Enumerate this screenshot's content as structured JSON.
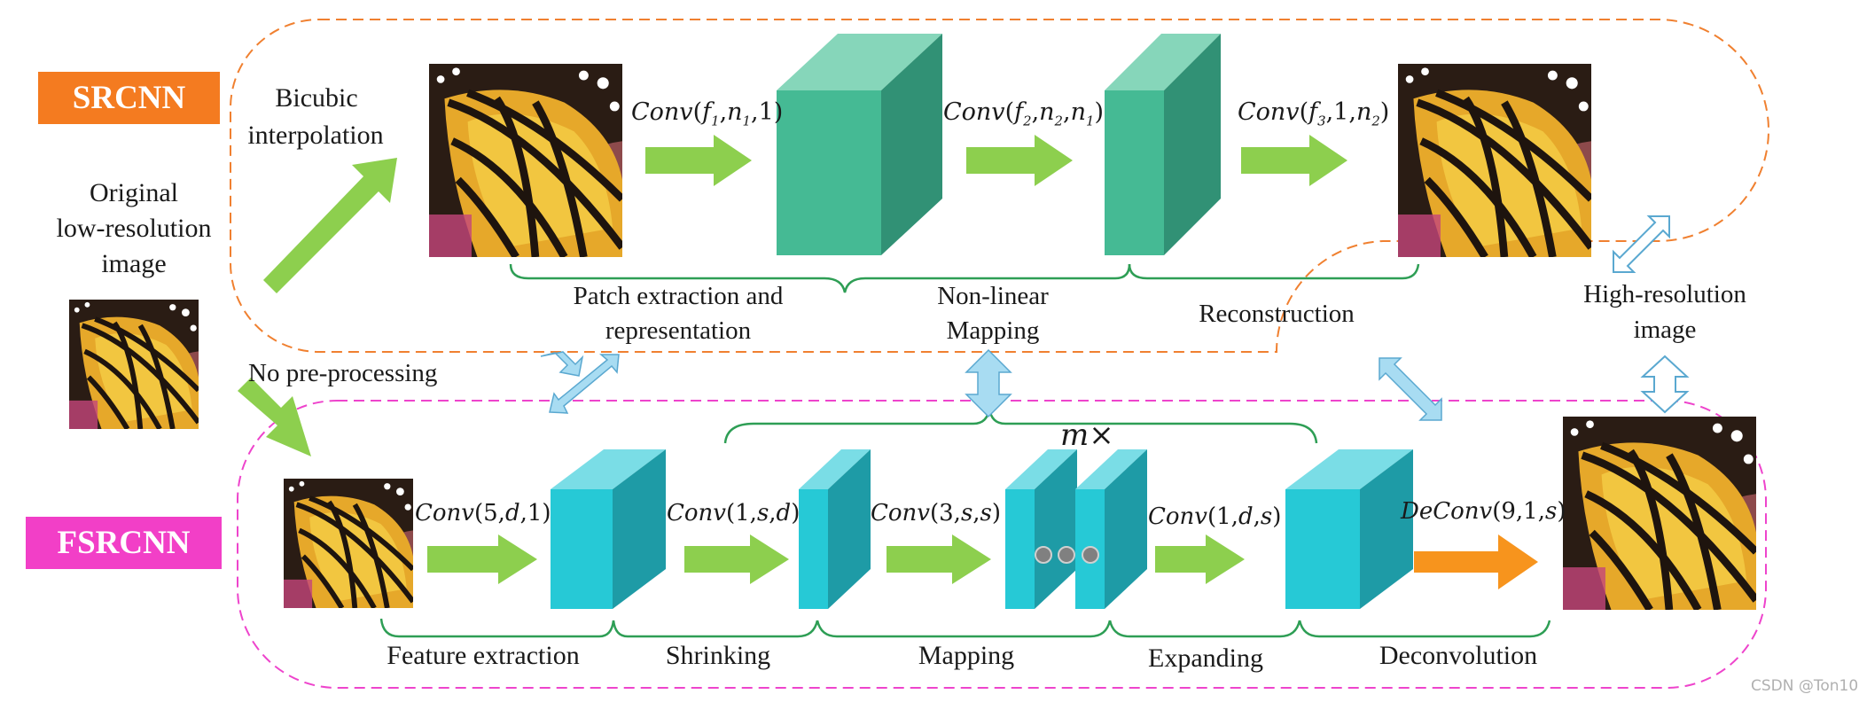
{
  "srcnn": {
    "tag": "SRCNN",
    "tag_color": "#F47B20",
    "bicubic_line1": "Bicubic",
    "bicubic_line2": "interpolation",
    "conv1": {
      "name": "Conv",
      "open": "(",
      "a": "f",
      "a_sub": "1",
      "b": "n",
      "b_sub": "1",
      "c": "1",
      "close": ")"
    },
    "conv2": {
      "name": "Conv",
      "open": "(",
      "a": "f",
      "a_sub": "2",
      "b": "n",
      "b_sub": "2",
      "c": "n",
      "c_sub": "1",
      "close": ")"
    },
    "conv3": {
      "name": "Conv",
      "open": "(",
      "a": "f",
      "a_sub": "3",
      "b": "1",
      "c": "n",
      "c_sub": "2",
      "close": ")"
    },
    "stage1_line1": "Patch extraction and",
    "stage1_line2": "representation",
    "stage2_line1": "Non-linear",
    "stage2_line2": "Mapping",
    "stage3": "Reconstruction",
    "border_color": "#F08030"
  },
  "input": {
    "line1": "Original",
    "line2": "low-resolution",
    "line3": "image",
    "no_preprocessing": "No pre-processing"
  },
  "output": {
    "line1": "High-resolution",
    "line2": "image"
  },
  "fsrcnn": {
    "tag": "FSRCNN",
    "tag_color": "#F23FC7",
    "m_times": "m",
    "times_sign": "×",
    "conv1": {
      "name": "Conv",
      "args": "(5,",
      "d": "d",
      "rest": ",1)"
    },
    "conv2": {
      "name": "Conv",
      "args": "(1,",
      "s": "s",
      "sep": ",",
      "d": "d",
      "close": ")"
    },
    "conv3": {
      "name": "Conv",
      "args": "(3,",
      "s1": "s",
      "sep": ",",
      "s2": "s",
      "close": ")"
    },
    "conv4": {
      "name": "Conv",
      "args": "(1,",
      "d": "d",
      "sep": ",",
      "s": "s",
      "close": ")"
    },
    "deconv": {
      "name": "DeConv",
      "args": "(9,1,",
      "s": "s",
      "close": ")"
    },
    "stage1": "Feature extraction",
    "stage2": "Shrinking",
    "stage3": "Mapping",
    "stage4": "Expanding",
    "stage5": "Deconvolution",
    "border_color": "#EE44CC"
  },
  "colors": {
    "green_arrow": "#8DCF4E",
    "orange_arrow": "#F7941D",
    "teal_front": "#45BA94",
    "teal_top": "#86D6BA",
    "teal_side": "#319175",
    "cyan_front": "#26C9D6",
    "cyan_top": "#7ADDE6",
    "cyan_side": "#1E9BA6",
    "brace": "#2E9E55",
    "double_arrow": "#A8DCF2"
  },
  "watermark": "CSDN @Ton10"
}
